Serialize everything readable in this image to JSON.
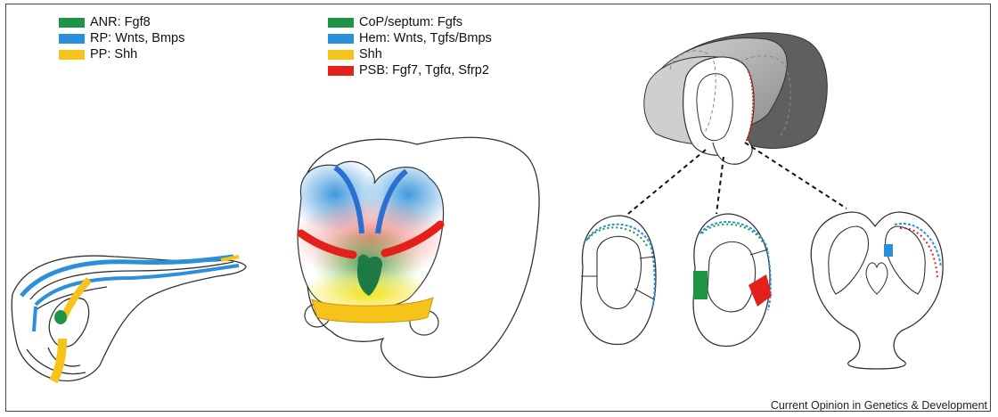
{
  "colors": {
    "green": "#1e9447",
    "blue": "#2b8fd9",
    "yellow": "#f5c31a",
    "red": "#e3201b",
    "outline": "#333333"
  },
  "legend_left": [
    {
      "label": "ANR: Fgf8",
      "color": "#1e9447"
    },
    {
      "label": "RP: Wnts, Bmps",
      "color": "#2b8fd9"
    },
    {
      "label": "PP: Shh",
      "color": "#f5c31a"
    }
  ],
  "legend_middle": [
    {
      "label": "CoP/septum: Fgfs",
      "color": "#1e9447"
    },
    {
      "label": "Hem: Wnts, Tgfs/Bmps",
      "color": "#2b8fd9"
    },
    {
      "label": "Shh",
      "color": "#f5c31a"
    },
    {
      "label": "PSB: Fgf7, Tgfα, Sfrp2",
      "color": "#e3201b"
    }
  ],
  "credit": "Current Opinion in Genetics & Development"
}
